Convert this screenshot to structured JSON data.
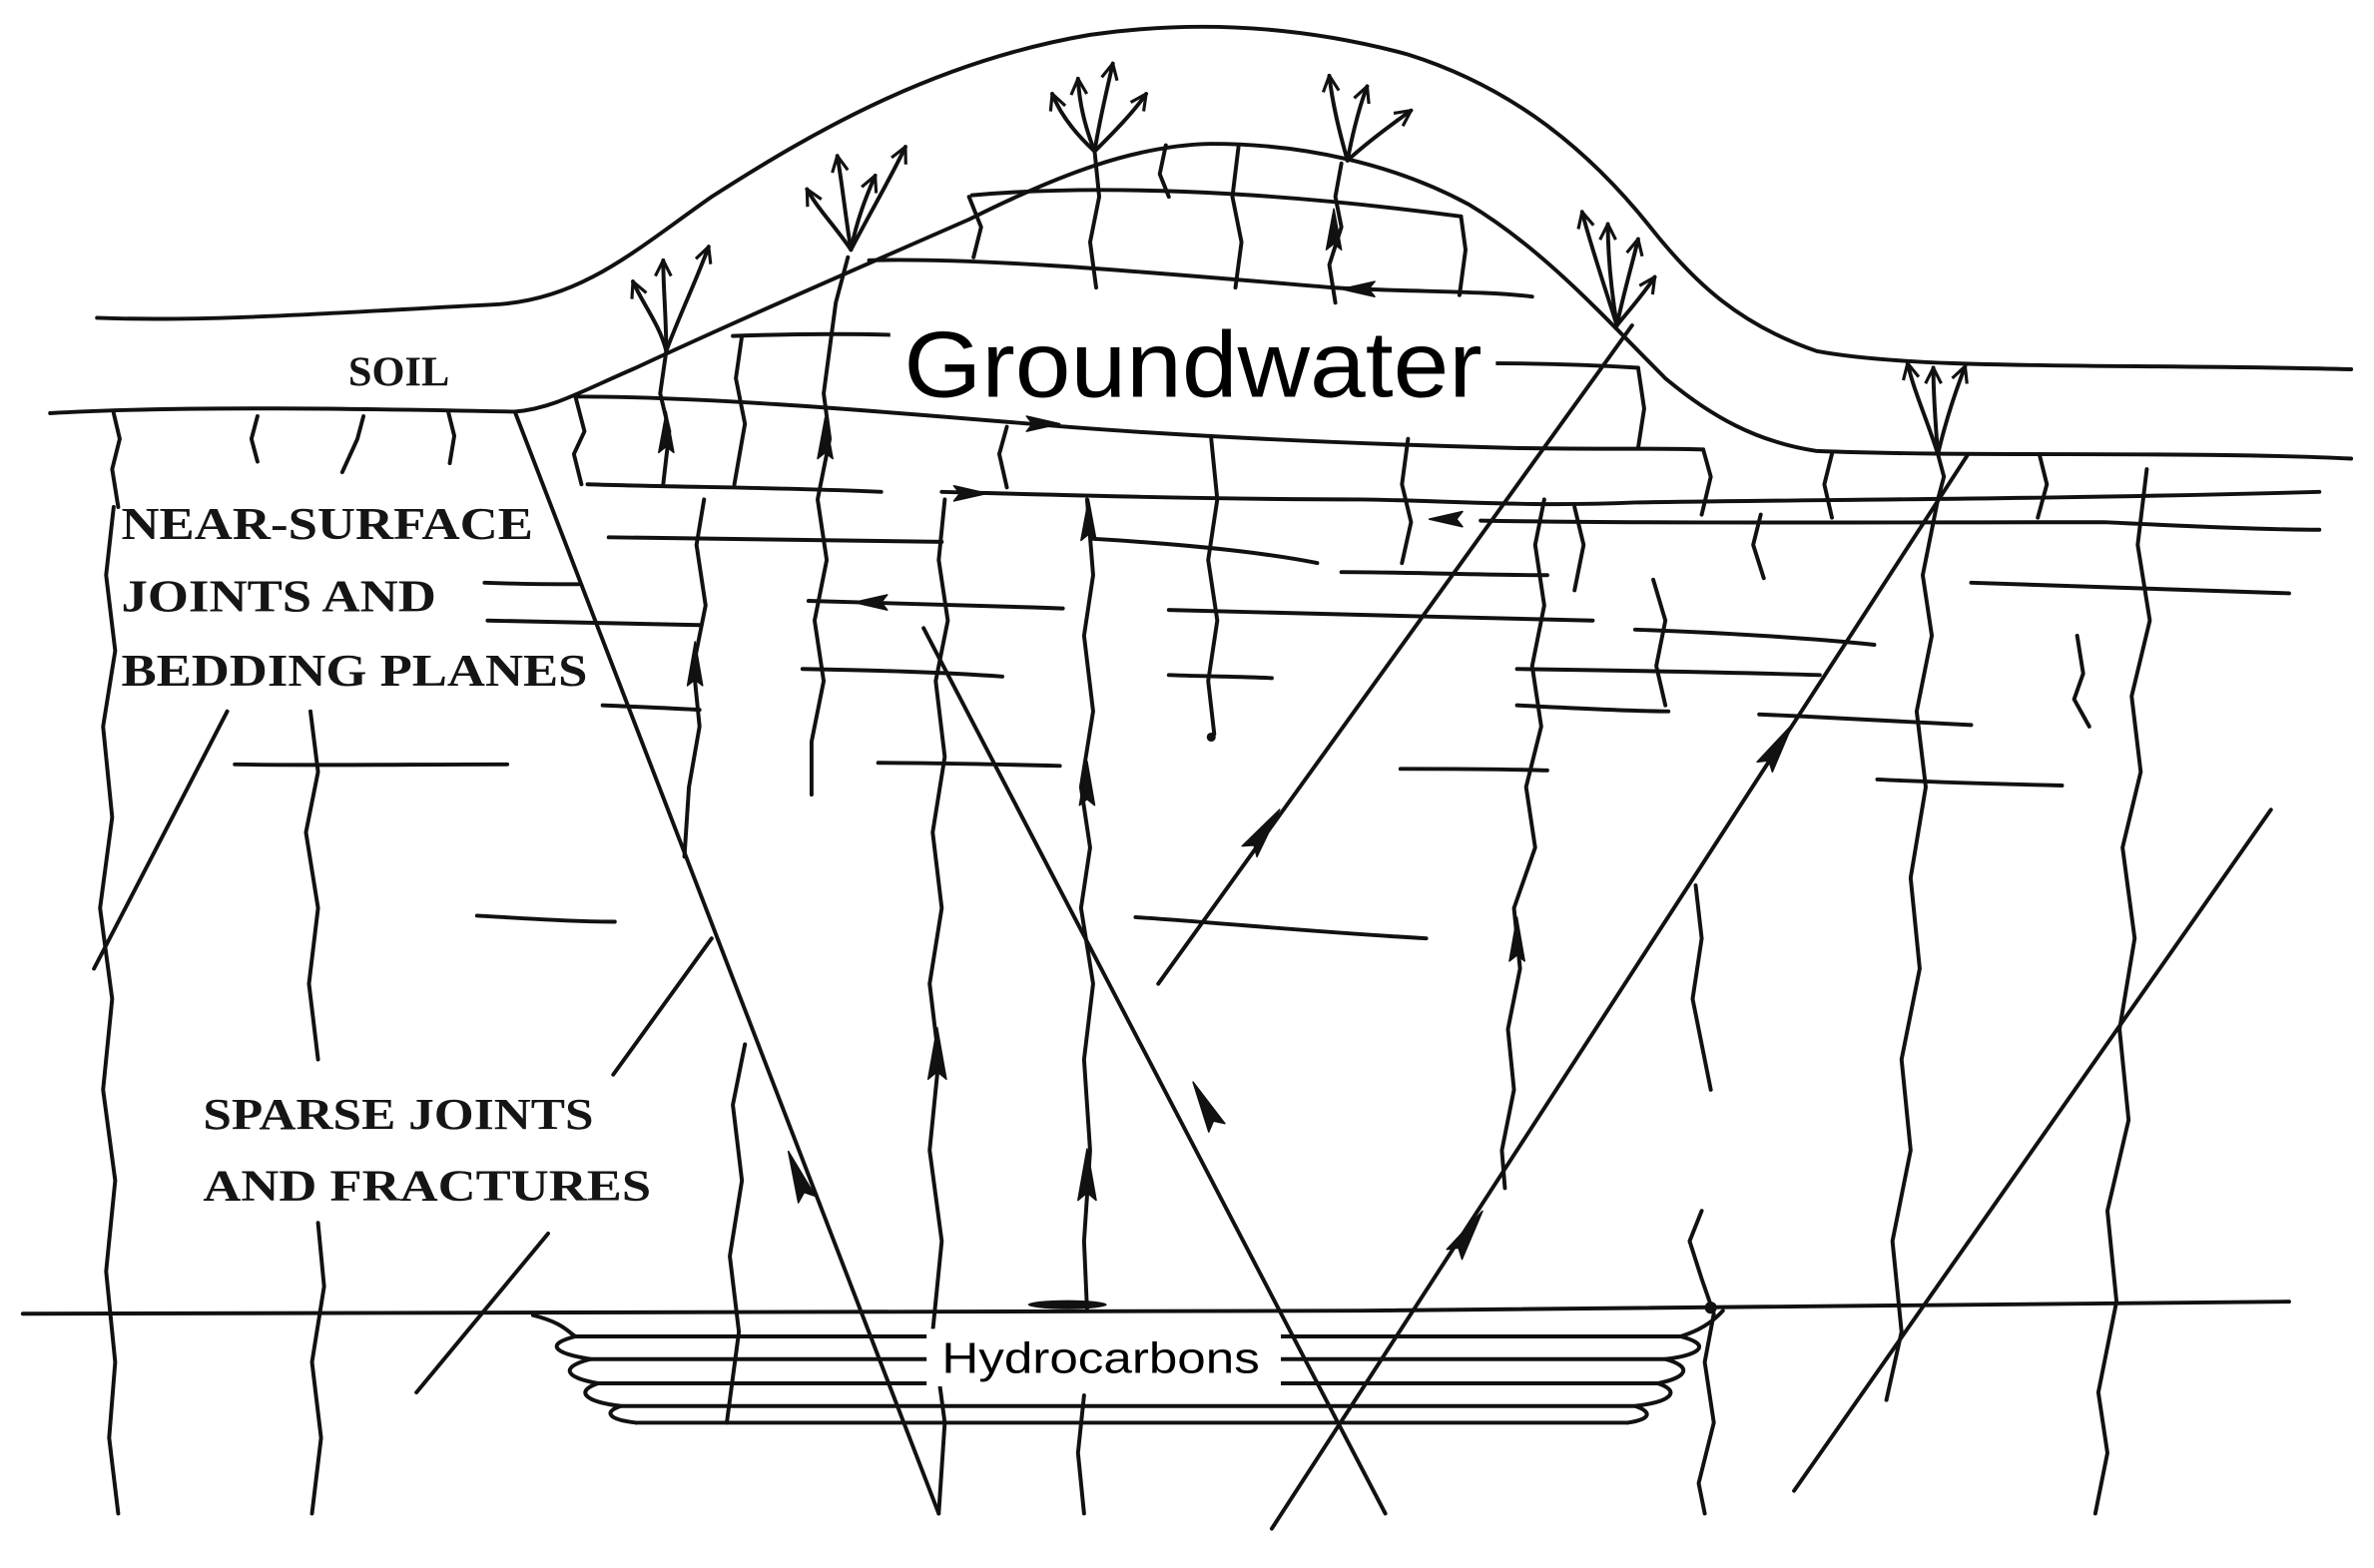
{
  "labels": {
    "soil": "SOIL",
    "near_surface": [
      "NEAR-SURFACE",
      "JOINTS AND",
      "BEDDING PLANES"
    ],
    "sparse": [
      "SPARSE JOINTS",
      "AND FRACTURES"
    ],
    "groundwater": "Groundwater",
    "hydrocarbons": "Hydrocarbons"
  }
}
